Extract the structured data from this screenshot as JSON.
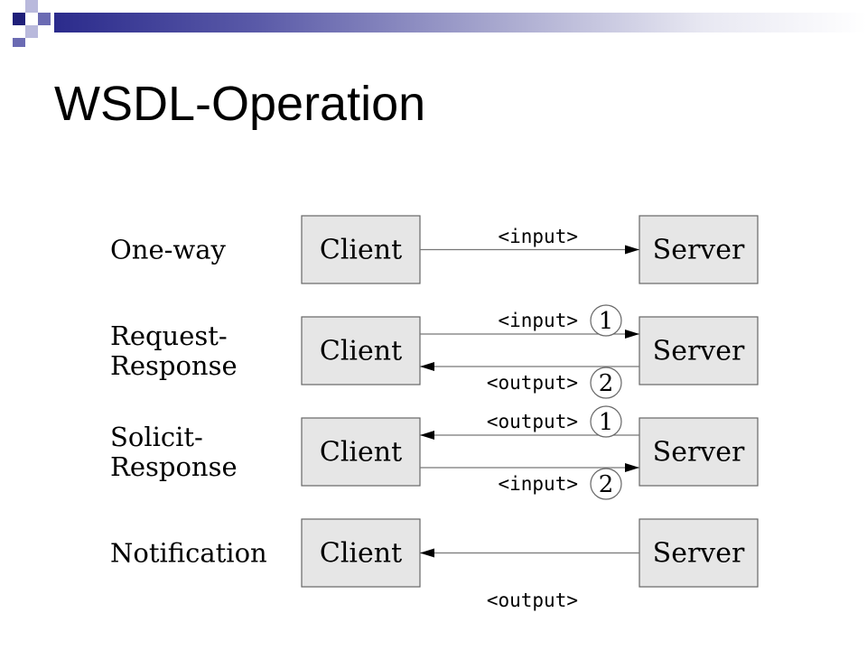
{
  "slide": {
    "title": "WSDL-Operation"
  },
  "rows": [
    {
      "label_lines": [
        "One-way"
      ],
      "client": "Client",
      "server": "Server",
      "messages": [
        {
          "text": "<input>",
          "direction": "client-to-server",
          "step": ""
        }
      ]
    },
    {
      "label_lines": [
        "Request-",
        "Response"
      ],
      "client": "Client",
      "server": "Server",
      "messages": [
        {
          "text": "<input>",
          "direction": "client-to-server",
          "step": "1"
        },
        {
          "text": "<output>",
          "direction": "server-to-client",
          "step": "2"
        }
      ]
    },
    {
      "label_lines": [
        "Solicit-",
        "Response"
      ],
      "client": "Client",
      "server": "Server",
      "messages": [
        {
          "text": "<output>",
          "direction": "server-to-client",
          "step": "1"
        },
        {
          "text": "<input>",
          "direction": "client-to-server",
          "step": "2"
        }
      ]
    },
    {
      "label_lines": [
        "Notification"
      ],
      "client": "Client",
      "server": "Server",
      "messages": [
        {
          "text": "<output>",
          "direction": "server-to-client",
          "step": ""
        }
      ]
    }
  ],
  "colors": {
    "header_dark": "#1f1f7a",
    "header_mid": "#6b6bb3",
    "header_light": "#b9b9dc",
    "box_fill": "#e6e6e6"
  }
}
